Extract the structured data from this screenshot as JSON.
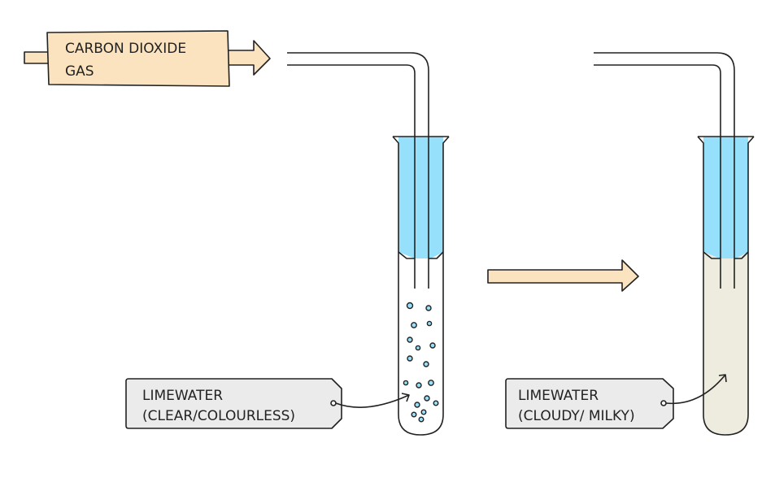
{
  "gas_label": {
    "line1": "CARBON  DIOXIDE",
    "line2": "GAS"
  },
  "label_before": {
    "line1": "LIMEWATER",
    "line2": "(CLEAR/COLOURLESS)"
  },
  "label_after": {
    "line1": "LIMEWATER",
    "line2": "(CLOUDY/ MILKY)"
  },
  "colors": {
    "arrow": "#fbe3c0",
    "water": "#96e0fb",
    "milky": "#edecdf",
    "bubble": "#96e0fb",
    "label": "#ebebeb"
  }
}
